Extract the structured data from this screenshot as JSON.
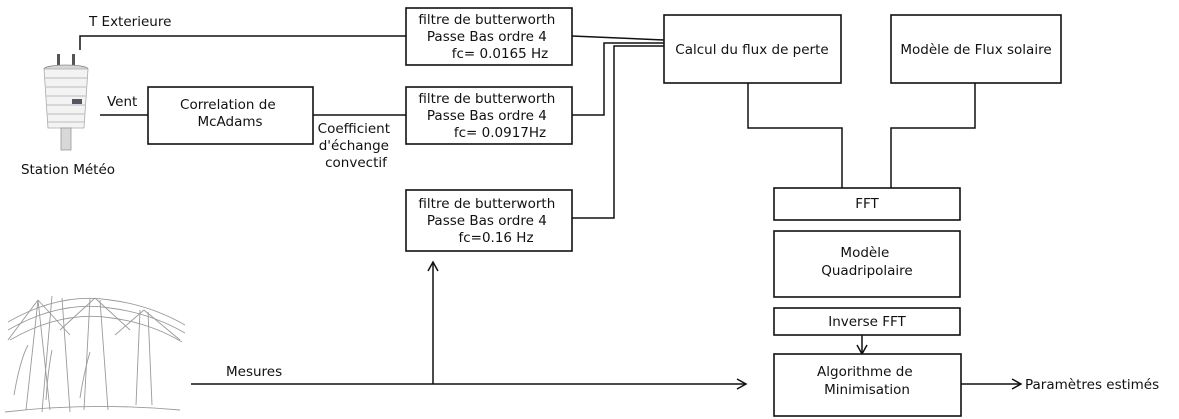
{
  "weather_station": {
    "caption": "Station Météo",
    "icon": "weather-station-icon",
    "outputs": {
      "temperature": "T Exterieure",
      "wind": "Vent"
    }
  },
  "bridge": {
    "icon": "bridge-sketch-icon",
    "output": "Mesures"
  },
  "blocks": {
    "mcadams": [
      "Correlation de",
      "McAdams"
    ],
    "coef_label": [
      "Coefficient",
      "d'échange",
      "convectif"
    ],
    "filter_temp": [
      "filtre de butterworth",
      "Passe Bas ordre 4",
      "fc= 0.0165 Hz"
    ],
    "filter_coef": [
      "filtre de butterworth",
      "Passe Bas ordre 4",
      "fc= 0.0917Hz"
    ],
    "filter_mes": [
      "filtre de butterworth",
      "Passe Bas ordre 4",
      "fc=0.16 Hz"
    ],
    "loss_flux": "Calcul du flux de perte",
    "solar_flux": "Modèle de Flux solaire",
    "fft": "FFT",
    "quadripole": [
      "Modèle",
      "Quadripolaire"
    ],
    "ifft": "Inverse FFT",
    "minimisation": [
      "Algorithme de",
      "Minimisation"
    ]
  },
  "output_label": "Paramètres estimés",
  "colors": {
    "line": "#111111",
    "box_fill": "#ffffff",
    "sketch": "#9a9a9a"
  }
}
